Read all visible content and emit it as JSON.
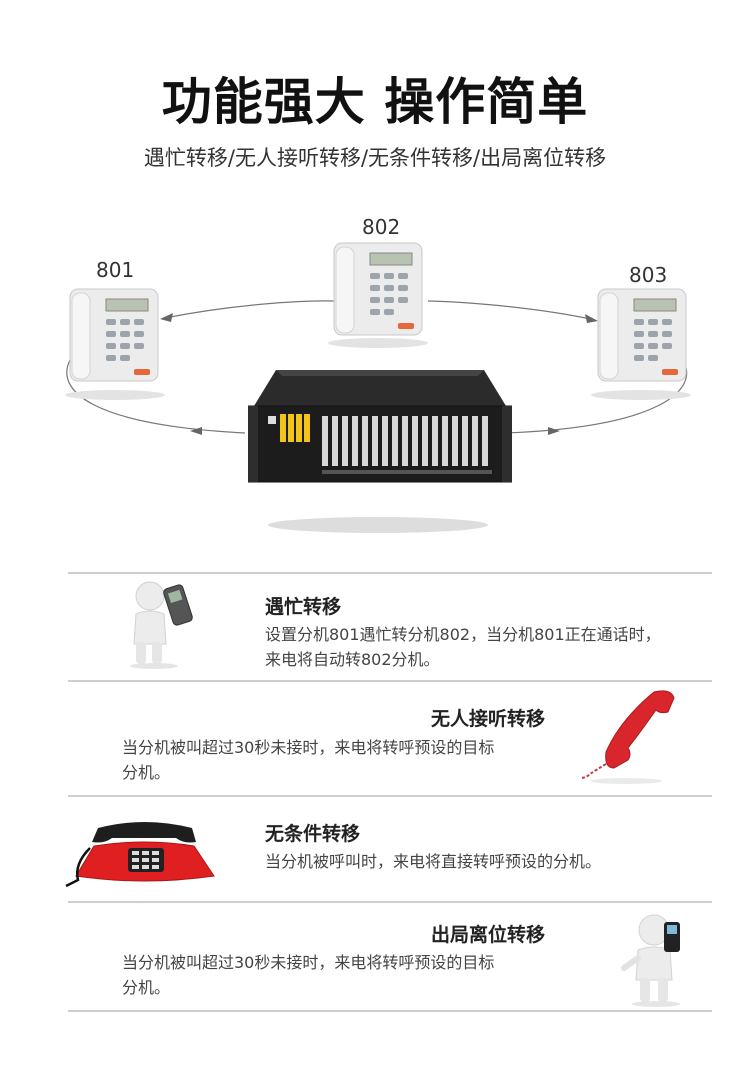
{
  "header": {
    "title": "功能强大 操作简单",
    "subtitle": "遇忙转移/无人接听转移/无条件转移/出局离位转移"
  },
  "diagram": {
    "ext_left": "801",
    "ext_center": "802",
    "ext_right": "803"
  },
  "features": [
    {
      "title": "遇忙转移",
      "desc_line1": "设置分机801遇忙转分机802，当分机801正在通话时，",
      "desc_line2": "来电将自动转802分机。"
    },
    {
      "title": "无人接听转移",
      "desc_line1": "当分机被叫超过30秒未接时，来电将转呼预设的目标",
      "desc_line2": "分机。"
    },
    {
      "title": "无条件转移",
      "desc_line1": "当分机被呼叫时，来电将直接转呼预设的分机。"
    },
    {
      "title": "出局离位转移",
      "desc_line1": "当分机被叫超过30秒未接时，来电将转呼预设的目标",
      "desc_line2": "分机。"
    }
  ],
  "colors": {
    "accent_red": "#d9262c",
    "divider": "#cfcfcf"
  }
}
